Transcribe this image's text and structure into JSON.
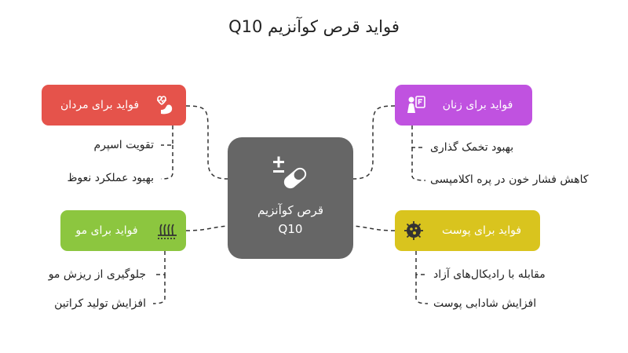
{
  "title": "فواید قرص کوآنزیم Q10",
  "center": {
    "line1": "قرص کوآنزیم",
    "line2": "Q10",
    "icon": "pill-plus-minus-icon"
  },
  "branches": {
    "men": {
      "label": "فواید برای مردان",
      "color": "#E5534B",
      "icon": "heart-flexed-arm-icon",
      "items": [
        "تقویت اسپرم",
        "بهبود عملکرد نعوظ"
      ]
    },
    "women": {
      "label": "فواید برای زنان",
      "color": "#C052E0",
      "icon": "woman-document-icon",
      "items": [
        "بهبود تخمک گذاری",
        "کاهش فشار خون در پره اکلامپسی"
      ]
    },
    "hair": {
      "label": "فواید برای مو",
      "color": "#8CC63F",
      "icon": "hair-follicle-icon",
      "items": [
        "جلوگیری از ریزش مو",
        "افزایش تولید کراتین"
      ]
    },
    "skin": {
      "label": "فواید برای پوست",
      "color": "#D9C41E",
      "icon": "skin-virus-icon",
      "items": [
        "مقابله با رادیکال‌های آزاد",
        "افزایش شادابی پوست"
      ]
    }
  },
  "connector_color": "#333333"
}
